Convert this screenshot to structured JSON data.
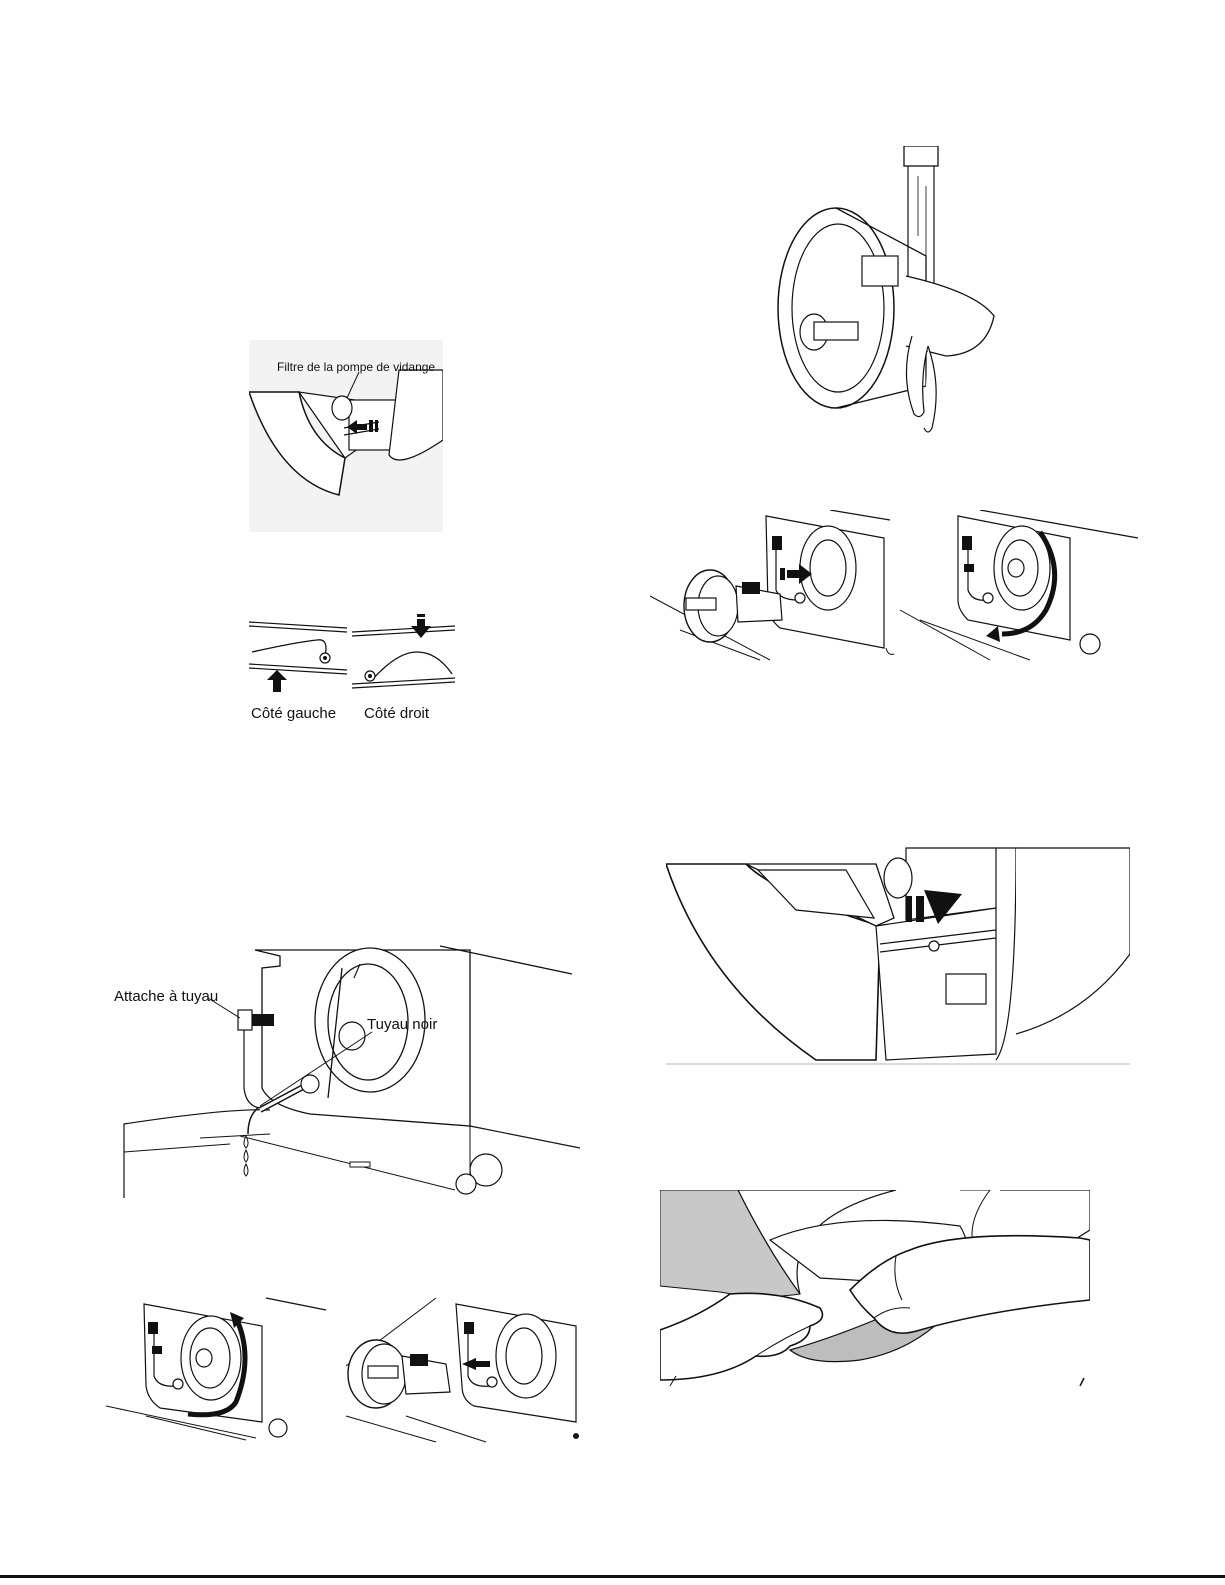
{
  "labels": {
    "pump_filter": "Filtre de la pompe de vidange",
    "left_side": "Côté gauche",
    "right_side": "Côté droit",
    "hose_clip": "Attache à tuyau",
    "black_hose": "Tuyau noir"
  },
  "icons": {
    "arrow": "black-arrow-icon",
    "rotate": "curved-rotation-arrow-icon",
    "water": "water-drop-icon"
  },
  "colors": {
    "line": "#111111",
    "panel_shading": "#f2f2f2",
    "glove_gray": "#bdbdbd",
    "rule": "#111111"
  }
}
